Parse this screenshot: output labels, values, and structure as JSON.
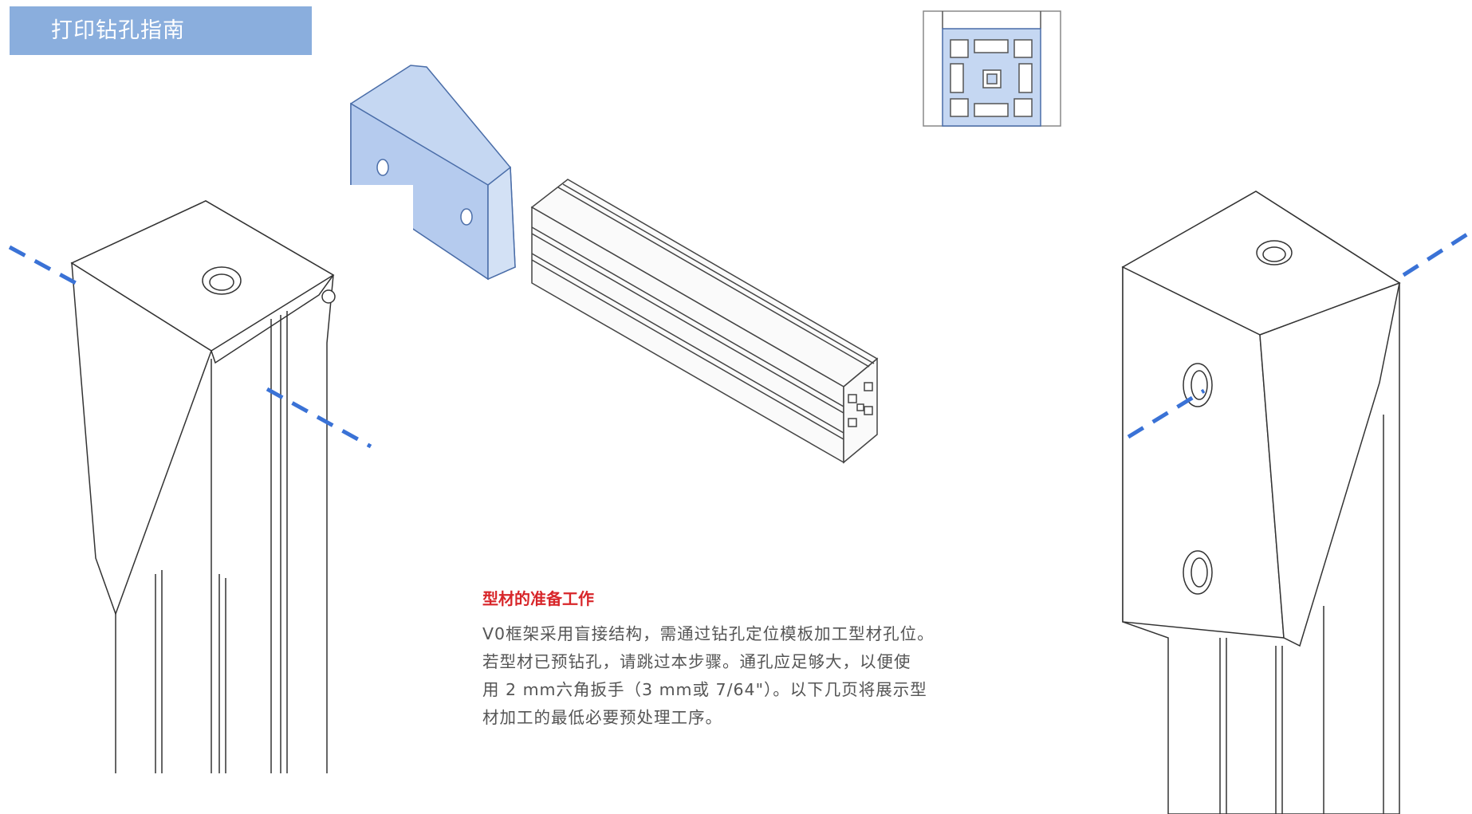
{
  "banner": {
    "title": "打印钻孔指南"
  },
  "section": {
    "heading": "型材的准备工作",
    "body": "V0框架采用盲接结构，需通过钻孔定位模板加工型材孔位。\n若型材已预钻孔，请跳过本步骤。通孔应足够大，以便使\n用 2 mm六角扳手（3 mm或 7/64\"）。以下几页将展示型\n材加工的最低必要预处理工序。"
  },
  "colors": {
    "banner_bg": "#8aaedd",
    "heading": "#d8262a",
    "part_blue": "#c5d7f2",
    "axis_line": "#3a72d6"
  }
}
